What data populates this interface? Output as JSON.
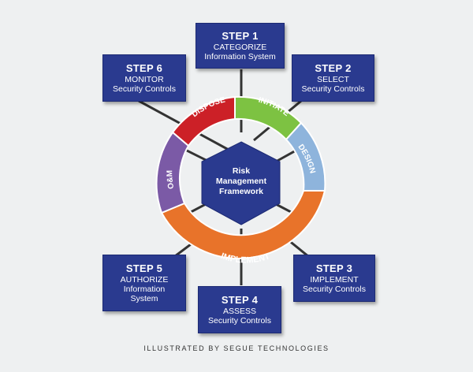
{
  "center": {
    "line1": "Risk",
    "line2": "Management",
    "line3": "Framework"
  },
  "segments": {
    "initiate": "INITIATE",
    "design": "DESIGN",
    "implement": "IMPLEMENT",
    "om": "O&M",
    "dispose": "DISPOSE"
  },
  "steps": [
    {
      "title": "STEP 1",
      "lines": [
        "CATEGORIZE",
        "Information System"
      ]
    },
    {
      "title": "STEP 2",
      "lines": [
        "SELECT",
        "Security Controls"
      ]
    },
    {
      "title": "STEP 3",
      "lines": [
        "IMPLEMENT",
        "Security Controls"
      ]
    },
    {
      "title": "STEP 4",
      "lines": [
        "ASSESS",
        "Security Controls"
      ]
    },
    {
      "title": "STEP 5",
      "lines": [
        "AUTHORIZE",
        "Information",
        "System"
      ]
    },
    {
      "title": "STEP 6",
      "lines": [
        "MONITOR",
        "Security Controls"
      ]
    }
  ],
  "credit": "ILLUSTRATED BY SEGUE TECHNOLOGIES",
  "colors": {
    "box": "#2a3a8f",
    "connector": "#333333",
    "initiate": "#7dc242",
    "design": "#8eb4dc",
    "implement": "#e8732a",
    "om": "#7b5aa6",
    "dispose": "#cc2027"
  }
}
